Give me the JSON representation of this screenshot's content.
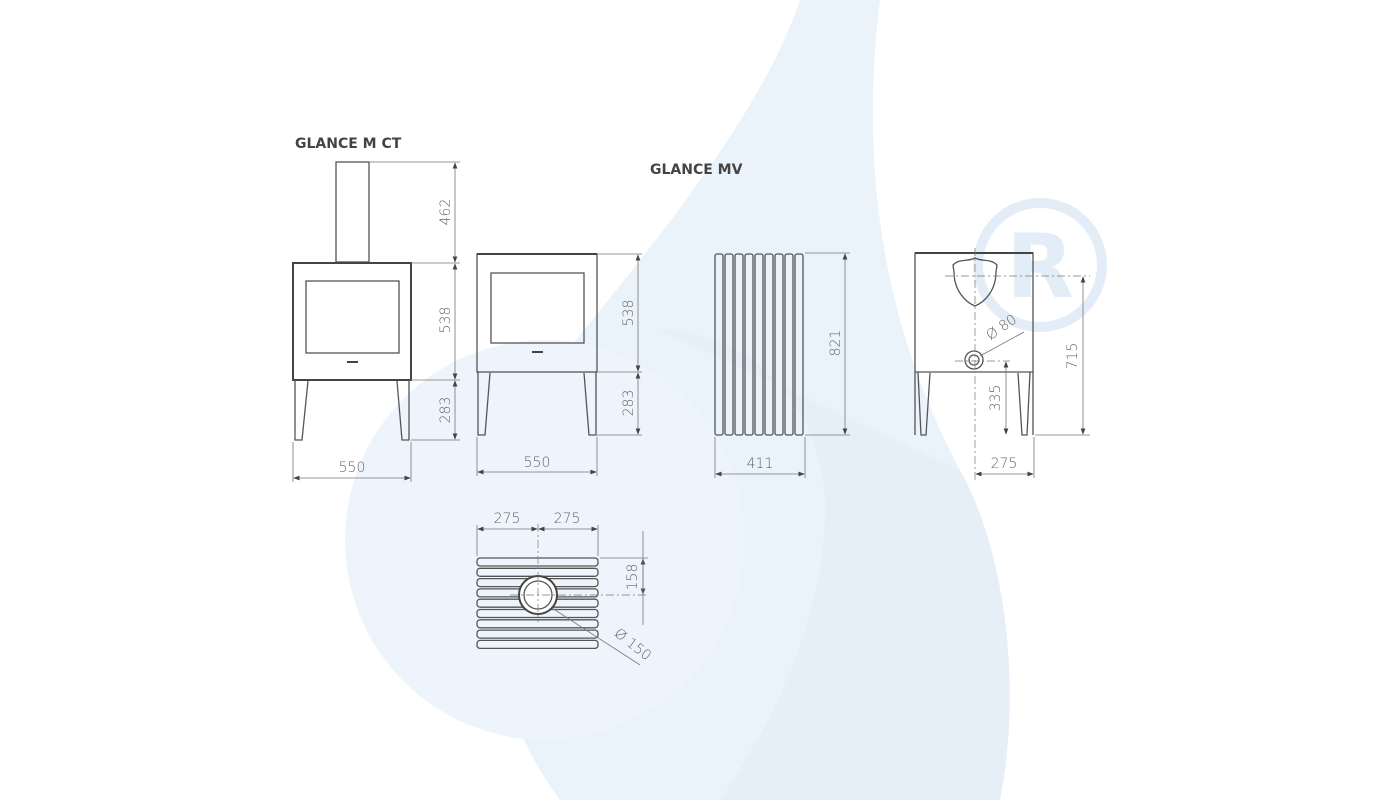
{
  "titles": {
    "model_ct": "GLANCE M CT",
    "model_mv": "GLANCE MV"
  },
  "colors": {
    "background_shape": "#e9f1f9",
    "line": "#555555",
    "dimension_text": "#666666"
  },
  "logo": {
    "text": "R"
  },
  "view_ct": {
    "flue_height": "462",
    "body_height": "538",
    "leg_height": "283",
    "width": "550"
  },
  "view_mv_front": {
    "body_height": "538",
    "leg_height": "283",
    "width": "550"
  },
  "view_side": {
    "height": "821",
    "depth": "411"
  },
  "view_back": {
    "outlet_height": "715",
    "inlet_height": "335",
    "inlet_offset": "275",
    "inlet_diameter": "Ø 80"
  },
  "view_top": {
    "left_half": "275",
    "right_half": "275",
    "flue_offset": "158",
    "flue_diameter": "Ø 150"
  }
}
